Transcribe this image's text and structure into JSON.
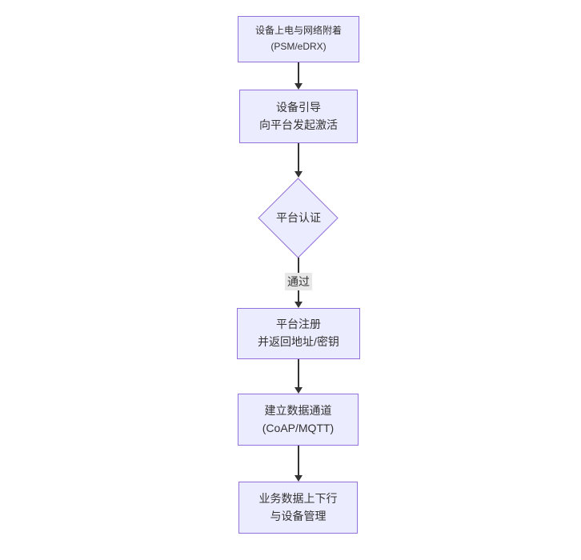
{
  "diagram": {
    "type": "flowchart",
    "direction": "top-down",
    "colors": {
      "background": "#ffffff",
      "node_fill": "#ECECFF",
      "node_border": "#9370DB",
      "text": "#333333",
      "arrow": "#333333",
      "edge_label_bg": "#e8e8e8"
    },
    "nodes": [
      {
        "id": "power-attach",
        "shape": "rect",
        "line1": "设备上电与网络附着",
        "line2": "(PSM/eDRX)"
      },
      {
        "id": "bootstrap",
        "shape": "rect",
        "line1": "设备引导",
        "line2": "向平台发起激活"
      },
      {
        "id": "auth",
        "shape": "diamond",
        "label": "平台认证"
      },
      {
        "id": "register",
        "shape": "rect",
        "line1": "平台注册",
        "line2": "并返回地址/密钥"
      },
      {
        "id": "channel",
        "shape": "rect",
        "line1": "建立数据通道",
        "line2": "(CoAP/MQTT)"
      },
      {
        "id": "business",
        "shape": "rect",
        "line1": "业务数据上下行",
        "line2": "与设备管理"
      }
    ],
    "edges": [
      {
        "from": "power-attach",
        "to": "bootstrap",
        "label": ""
      },
      {
        "from": "bootstrap",
        "to": "auth",
        "label": ""
      },
      {
        "from": "auth",
        "to": "register",
        "label": "通过"
      },
      {
        "from": "register",
        "to": "channel",
        "label": ""
      },
      {
        "from": "channel",
        "to": "business",
        "label": ""
      }
    ]
  }
}
